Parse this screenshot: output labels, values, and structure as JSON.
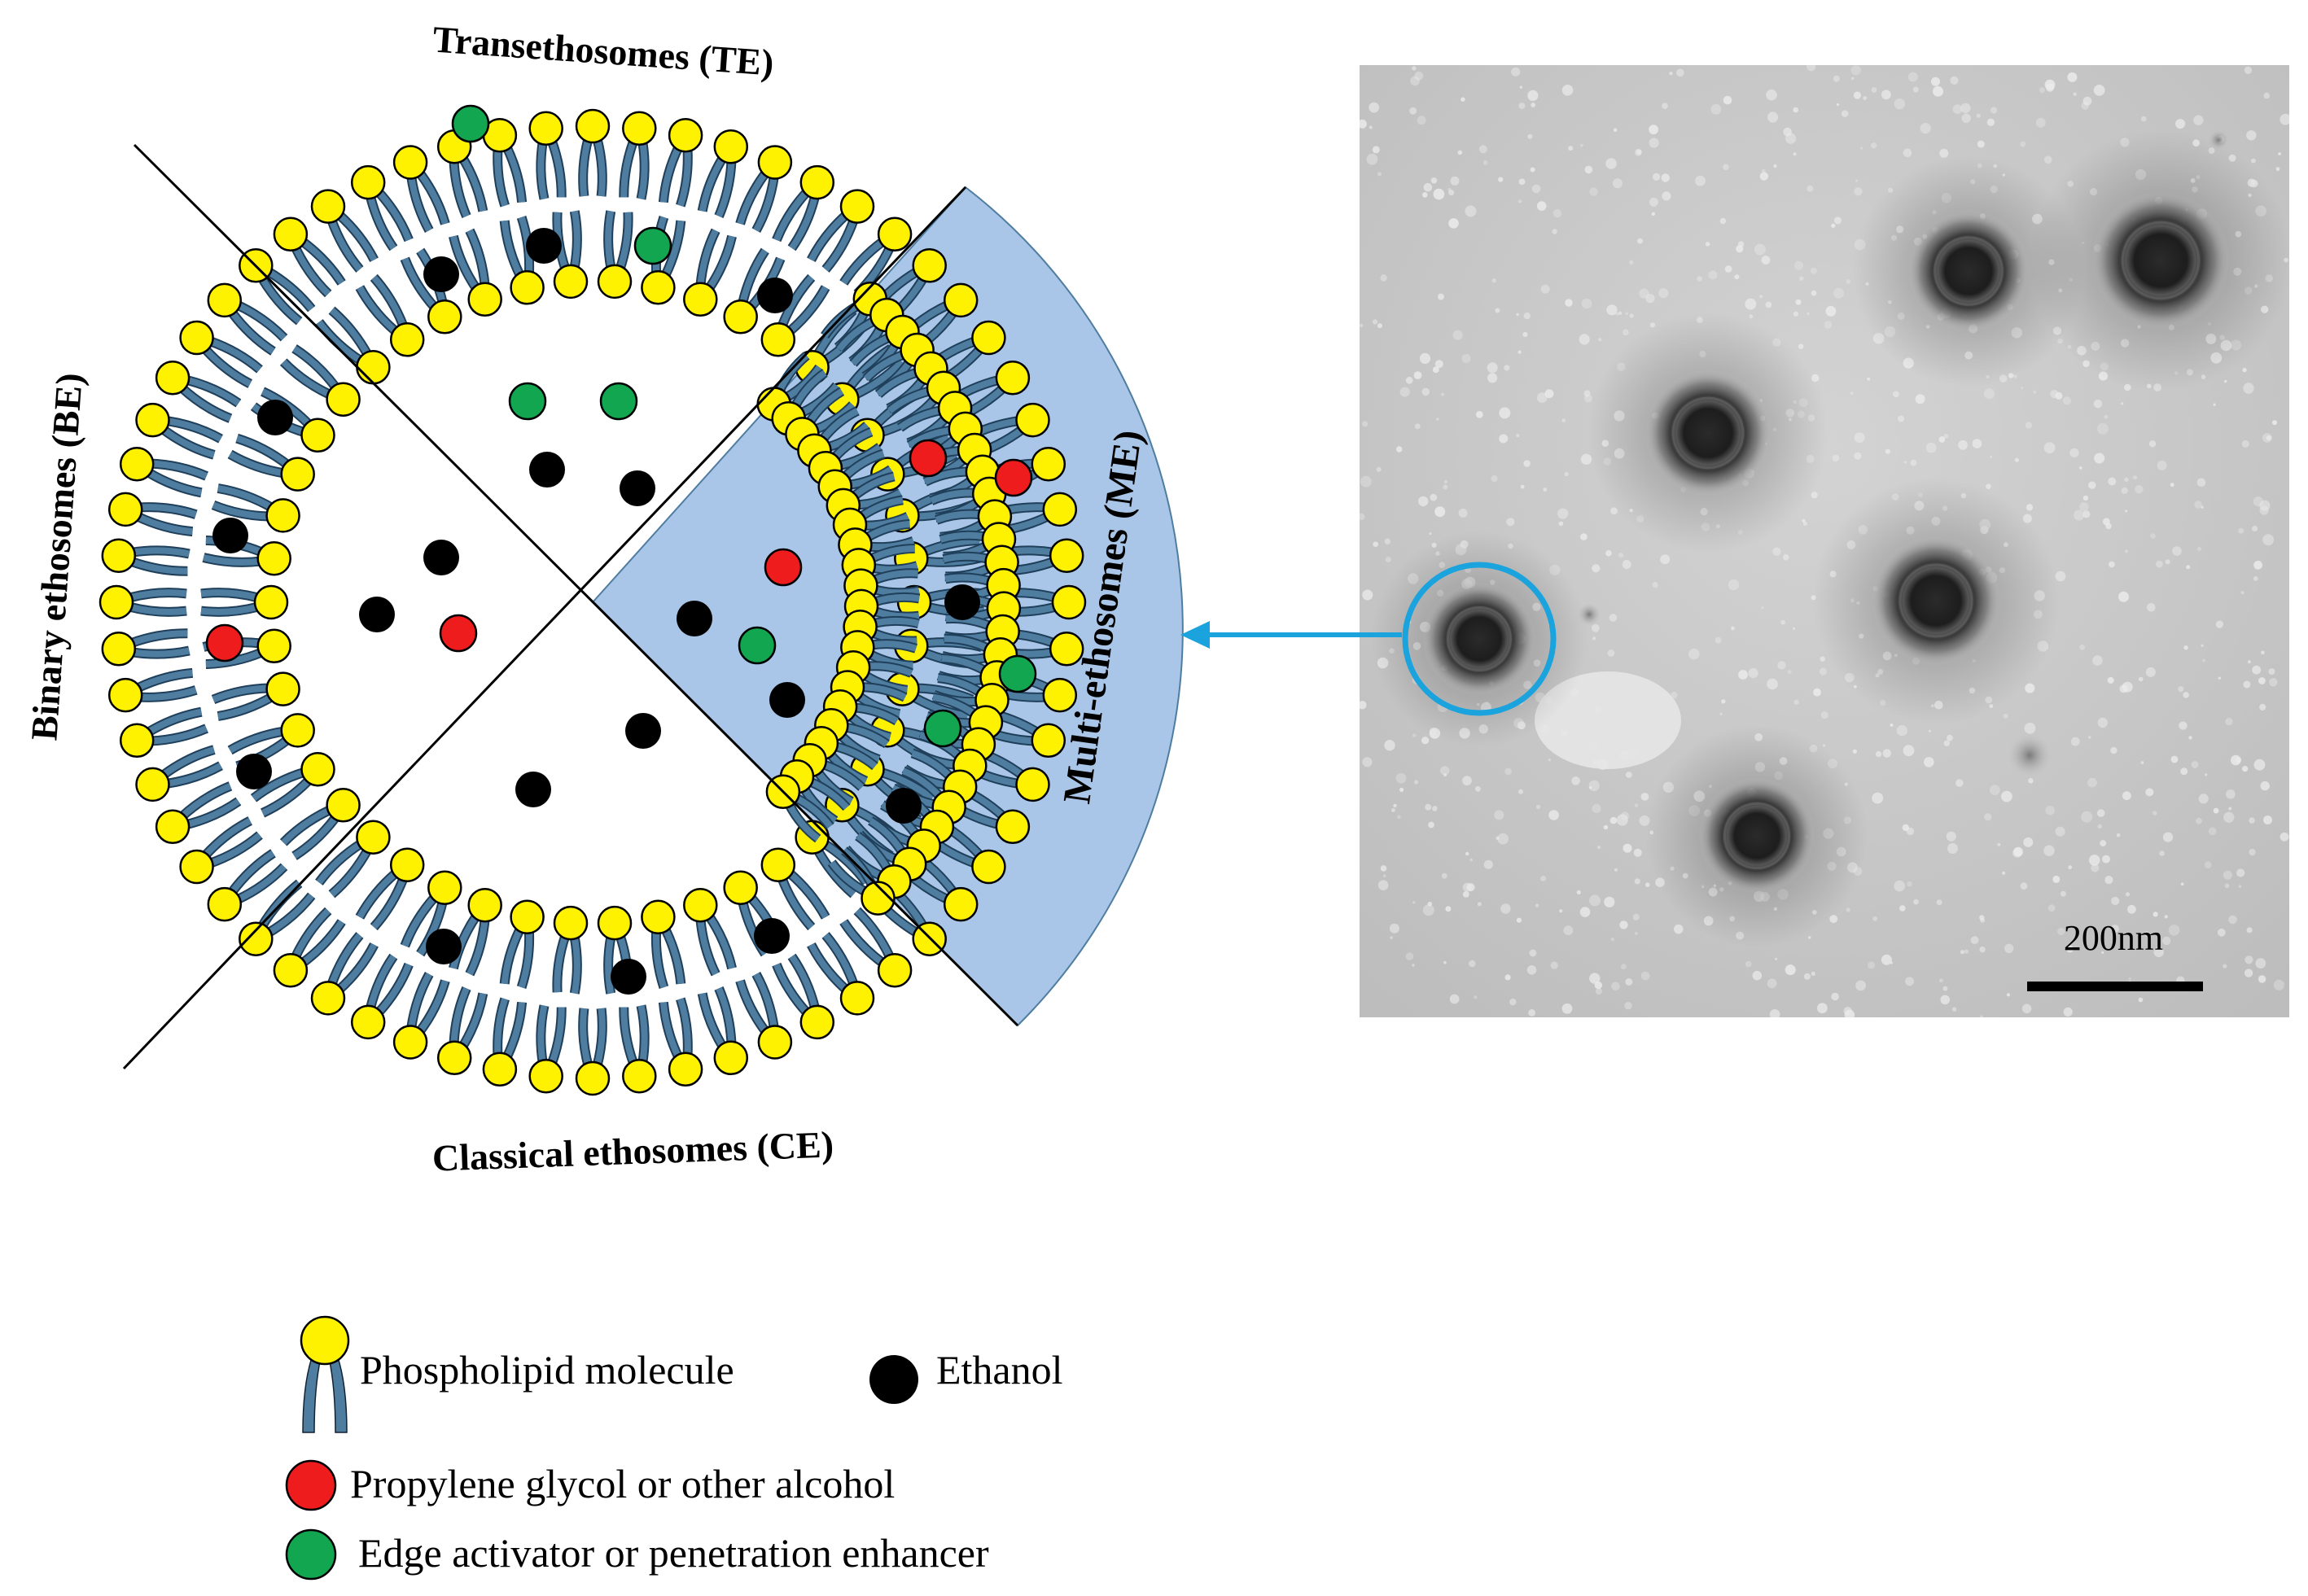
{
  "diagram": {
    "sections": {
      "transethosomes": "Transethosomes (TE)",
      "binary": "Binary ethosomes (BE)",
      "classical": "Classical ethosomes (CE)",
      "multi": "Multi-ethosomes (ME)"
    }
  },
  "micrograph": {
    "scale_bar_label": "200nm"
  },
  "legend": {
    "phospholipid": "Phospholipid  molecule",
    "ethanol": "Ethanol",
    "propylene_glycol": "Propylene  glycol  or  other  alcohol",
    "edge_activator": "Edge  activator  or  penetration  enhancer"
  },
  "colors": {
    "head": "#FFF200",
    "tail": "#4F7DA0",
    "ethanol": "#000000",
    "propylene_glycol": "#EE1C1C",
    "edge_activator": "#13A650",
    "multi_sector": "#A9C6E8",
    "arrow": "#1AA3DC"
  }
}
